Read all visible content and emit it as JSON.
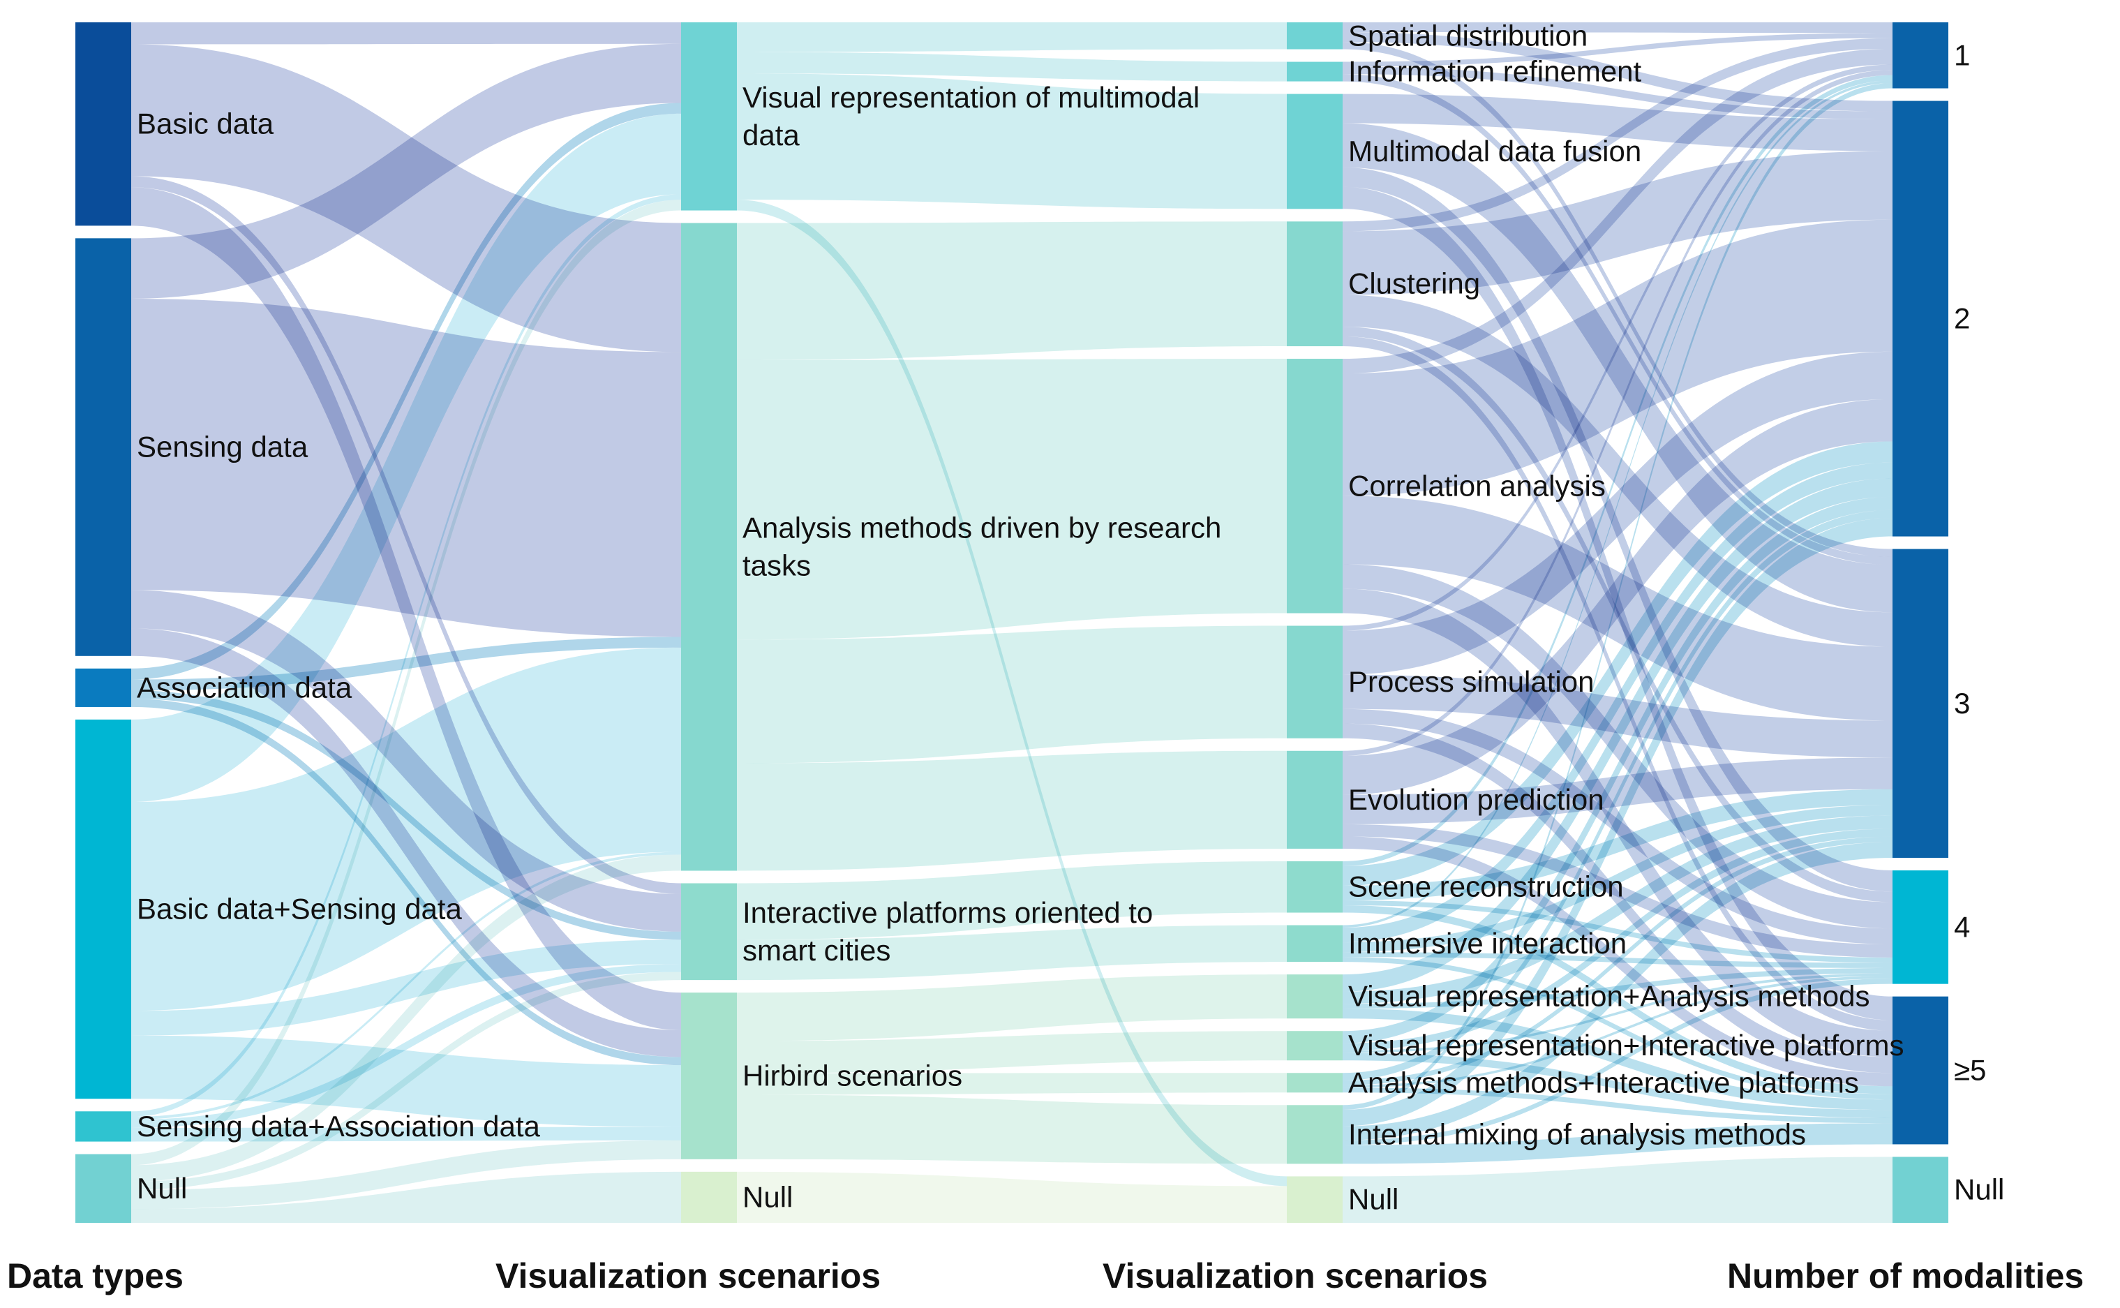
{
  "column_titles": [
    "Data types",
    "Visualization scenarios",
    "Visualization scenarios",
    "Number of modalities"
  ],
  "columns": [
    {
      "nodes": [
        {
          "id": "bd",
          "label": "Basic data",
          "value": 74,
          "color": "#0a4d9a"
        },
        {
          "id": "sd",
          "label": "Sensing data",
          "value": 152,
          "color": "#0a62a8"
        },
        {
          "id": "ad",
          "label": "Association data",
          "value": 14,
          "color": "#0a7bbf"
        },
        {
          "id": "bsd",
          "label": "Basic data+Sensing data",
          "value": 138,
          "color": "#00b6d3"
        },
        {
          "id": "sad",
          "label": "Sensing data+Association data",
          "value": 11,
          "color": "#2fc3d0"
        },
        {
          "id": "n1",
          "label": "Null",
          "value": 25,
          "color": "#72d1d2"
        }
      ]
    },
    {
      "nodes": [
        {
          "id": "vr",
          "label": "Visual representation of multimodal data",
          "value": 70,
          "color": "#6fd3d4"
        },
        {
          "id": "am",
          "label": "Analysis methods driven by research tasks",
          "value": 241,
          "color": "#86d8cf"
        },
        {
          "id": "ip",
          "label": "Interactive platforms oriented to smart cities",
          "value": 36,
          "color": "#8edbcd"
        },
        {
          "id": "hs",
          "label": "Hirbird scenarios",
          "value": 62,
          "color": "#a6e2cc"
        },
        {
          "id": "n2",
          "label": "Null",
          "value": 19,
          "color": "#d9f0cf"
        }
      ]
    },
    {
      "nodes": [
        {
          "id": "spd",
          "label": "Spatial distribution",
          "value": 11,
          "color": "#6fd3d4"
        },
        {
          "id": "ir",
          "label": "Information refinement",
          "value": 8,
          "color": "#6fd3d4"
        },
        {
          "id": "mdf",
          "label": "Multimodal data fusion",
          "value": 47,
          "color": "#6fd3d4"
        },
        {
          "id": "cl",
          "label": "Clustering",
          "value": 51,
          "color": "#86d8cf"
        },
        {
          "id": "ca",
          "label": "Correlation analysis",
          "value": 104,
          "color": "#86d8cf"
        },
        {
          "id": "ps",
          "label": "Process simulation",
          "value": 46,
          "color": "#86d8cf"
        },
        {
          "id": "ep",
          "label": "Evolution prediction",
          "value": 40,
          "color": "#86d8cf"
        },
        {
          "id": "sr",
          "label": "Scene reconstruction",
          "value": 21,
          "color": "#8edbcd"
        },
        {
          "id": "ii",
          "label": "Immersive interaction",
          "value": 15,
          "color": "#8edbcd"
        },
        {
          "id": "vram",
          "label": "Visual representation+Analysis methods",
          "value": 18,
          "color": "#a6e2cc"
        },
        {
          "id": "vrip",
          "label": "Visual representation+Interactive platforms",
          "value": 12,
          "color": "#a6e2cc"
        },
        {
          "id": "amip",
          "label": "Analysis methods+Interactive platforms",
          "value": 8,
          "color": "#a6e2cc"
        },
        {
          "id": "ima",
          "label": "Internal mixing of analysis methods",
          "value": 24,
          "color": "#a6e2cc"
        },
        {
          "id": "n3",
          "label": "Null",
          "value": 19,
          "color": "#d9f0cf"
        }
      ]
    },
    {
      "nodes": [
        {
          "id": "m1",
          "label": "1",
          "value": 25,
          "color": "#0a62a8"
        },
        {
          "id": "m2",
          "label": "2",
          "value": 165,
          "color": "#0a62a8"
        },
        {
          "id": "m3",
          "label": "3",
          "value": 117,
          "color": "#0a62a8"
        },
        {
          "id": "m4",
          "label": "4",
          "value": 43,
          "color": "#00b6d3"
        },
        {
          "id": "m5",
          "label": "≥5",
          "value": 56,
          "color": "#0a62a8"
        },
        {
          "id": "mn",
          "label": "Null",
          "value": 25,
          "color": "#72d1d2"
        }
      ]
    }
  ],
  "links": [
    {
      "source": "bd",
      "target": "vr",
      "value": 8
    },
    {
      "source": "bd",
      "target": "am",
      "value": 48
    },
    {
      "source": "bd",
      "target": "ip",
      "value": 4
    },
    {
      "source": "bd",
      "target": "hs",
      "value": 14
    },
    {
      "source": "sd",
      "target": "vr",
      "value": 22
    },
    {
      "source": "sd",
      "target": "am",
      "value": 106
    },
    {
      "source": "sd",
      "target": "ip",
      "value": 14
    },
    {
      "source": "sd",
      "target": "hs",
      "value": 10
    },
    {
      "source": "ad",
      "target": "vr",
      "value": 4
    },
    {
      "source": "ad",
      "target": "am",
      "value": 4
    },
    {
      "source": "ad",
      "target": "ip",
      "value": 3
    },
    {
      "source": "ad",
      "target": "hs",
      "value": 3
    },
    {
      "source": "bsd",
      "target": "vr",
      "value": 30
    },
    {
      "source": "bsd",
      "target": "am",
      "value": 76
    },
    {
      "source": "bsd",
      "target": "ip",
      "value": 9
    },
    {
      "source": "bsd",
      "target": "hs",
      "value": 23
    },
    {
      "source": "sad",
      "target": "vr",
      "value": 2
    },
    {
      "source": "sad",
      "target": "am",
      "value": 1
    },
    {
      "source": "sad",
      "target": "ip",
      "value": 3
    },
    {
      "source": "sad",
      "target": "hs",
      "value": 5
    },
    {
      "source": "n1",
      "target": "vr",
      "value": 4
    },
    {
      "source": "n1",
      "target": "am",
      "value": 6
    },
    {
      "source": "hs",
      "target": "n2",
      "value": 0
    },
    {
      "source": "n1",
      "target": "ip",
      "value": 3
    },
    {
      "source": "n1",
      "target": "hs",
      "value": 7
    },
    {
      "source": "n1",
      "target": "n2",
      "value": 5
    },
    {
      "source": "vr",
      "target": "spd",
      "value": 11
    },
    {
      "source": "vr",
      "target": "ir",
      "value": 8
    },
    {
      "source": "vr",
      "target": "mdf",
      "value": 47
    },
    {
      "source": "vr",
      "target": "n3",
      "value": 4
    },
    {
      "source": "am",
      "target": "cl",
      "value": 51
    },
    {
      "source": "am",
      "target": "ca",
      "value": 104
    },
    {
      "source": "am",
      "target": "ps",
      "value": 46
    },
    {
      "source": "am",
      "target": "ep",
      "value": 40
    },
    {
      "source": "ip",
      "target": "sr",
      "value": 21
    },
    {
      "source": "ip",
      "target": "ii",
      "value": 15
    },
    {
      "source": "hs",
      "target": "vram",
      "value": 18
    },
    {
      "source": "hs",
      "target": "vrip",
      "value": 12
    },
    {
      "source": "hs",
      "target": "amip",
      "value": 8
    },
    {
      "source": "hs",
      "target": "ima",
      "value": 24
    },
    {
      "source": "n2",
      "target": "n3",
      "value": 15
    },
    {
      "source": "spd",
      "target": "m1",
      "value": 4
    },
    {
      "source": "spd",
      "target": "m2",
      "value": 4
    },
    {
      "source": "spd",
      "target": "m3",
      "value": 3
    },
    {
      "source": "ir",
      "target": "m1",
      "value": 2
    },
    {
      "source": "ir",
      "target": "m2",
      "value": 3
    },
    {
      "source": "ir",
      "target": "m3",
      "value": 3
    },
    {
      "source": "mdf",
      "target": "m2",
      "value": 12
    },
    {
      "source": "mdf",
      "target": "m3",
      "value": 18
    },
    {
      "source": "mdf",
      "target": "m4",
      "value": 8
    },
    {
      "source": "mdf",
      "target": "m5",
      "value": 9
    },
    {
      "source": "cl",
      "target": "m1",
      "value": 4
    },
    {
      "source": "cl",
      "target": "m2",
      "value": 26
    },
    {
      "source": "cl",
      "target": "m3",
      "value": 13
    },
    {
      "source": "cl",
      "target": "m4",
      "value": 4
    },
    {
      "source": "cl",
      "target": "m5",
      "value": 4
    },
    {
      "source": "ca",
      "target": "m1",
      "value": 6
    },
    {
      "source": "ca",
      "target": "m2",
      "value": 50
    },
    {
      "source": "ca",
      "target": "m3",
      "value": 28
    },
    {
      "source": "ca",
      "target": "m4",
      "value": 10
    },
    {
      "source": "ca",
      "target": "m5",
      "value": 10
    },
    {
      "source": "ps",
      "target": "m1",
      "value": 2
    },
    {
      "source": "ps",
      "target": "m2",
      "value": 18
    },
    {
      "source": "ps",
      "target": "m3",
      "value": 14
    },
    {
      "source": "ps",
      "target": "m4",
      "value": 6
    },
    {
      "source": "ps",
      "target": "m5",
      "value": 6
    },
    {
      "source": "ep",
      "target": "m1",
      "value": 2
    },
    {
      "source": "ep",
      "target": "m2",
      "value": 16
    },
    {
      "source": "ep",
      "target": "m3",
      "value": 12
    },
    {
      "source": "ep",
      "target": "m4",
      "value": 5
    },
    {
      "source": "ep",
      "target": "m5",
      "value": 5
    },
    {
      "source": "sr",
      "target": "m1",
      "value": 2
    },
    {
      "source": "sr",
      "target": "m2",
      "value": 8
    },
    {
      "source": "sr",
      "target": "m3",
      "value": 6
    },
    {
      "source": "sr",
      "target": "m4",
      "value": 2
    },
    {
      "source": "sr",
      "target": "m5",
      "value": 3
    },
    {
      "source": "ii",
      "target": "m1",
      "value": 1
    },
    {
      "source": "ii",
      "target": "m2",
      "value": 6
    },
    {
      "source": "ii",
      "target": "m3",
      "value": 4
    },
    {
      "source": "ii",
      "target": "m4",
      "value": 2
    },
    {
      "source": "ii",
      "target": "m5",
      "value": 2
    },
    {
      "source": "vram",
      "target": "m2",
      "value": 7
    },
    {
      "source": "vram",
      "target": "m3",
      "value": 5
    },
    {
      "source": "vram",
      "target": "m4",
      "value": 2
    },
    {
      "source": "vram",
      "target": "m5",
      "value": 4
    },
    {
      "source": "vrip",
      "target": "m2",
      "value": 5
    },
    {
      "source": "vrip",
      "target": "m3",
      "value": 3
    },
    {
      "source": "vrip",
      "target": "m4",
      "value": 1
    },
    {
      "source": "vrip",
      "target": "m5",
      "value": 3
    },
    {
      "source": "amip",
      "target": "m2",
      "value": 3
    },
    {
      "source": "amip",
      "target": "m3",
      "value": 2
    },
    {
      "source": "amip",
      "target": "m4",
      "value": 1
    },
    {
      "source": "amip",
      "target": "m5",
      "value": 2
    },
    {
      "source": "ima",
      "target": "m1",
      "value": 2
    },
    {
      "source": "ima",
      "target": "m2",
      "value": 7
    },
    {
      "source": "ima",
      "target": "m3",
      "value": 6
    },
    {
      "source": "ima",
      "target": "m4",
      "value": 2
    },
    {
      "source": "ima",
      "target": "m5",
      "value": 8
    },
    {
      "source": "n3",
      "target": "mn",
      "value": 19
    }
  ],
  "link_colors": {
    "bd": "#8e9fcf",
    "sd": "#8e9fcf",
    "ad": "#6fb5d8",
    "bsd": "#9fdcec",
    "sad": "#9fdcec",
    "n1": "#bfe6e6",
    "vr": "#a8e0e6",
    "am": "#b5e6e0",
    "ip": "#b5e6e0",
    "hs": "#c2eadb",
    "n2": "#e3f3dc",
    "spd": "#8fa6d4",
    "ir": "#8fa6d4",
    "mdf": "#8fa6d4",
    "cl": "#8fa6d4",
    "ca": "#8fa6d4",
    "ps": "#8fa6d4",
    "ep": "#8fa6d4",
    "sr": "#7fc7e0",
    "ii": "#7fc7e0",
    "vram": "#7fc7e0",
    "vrip": "#7fc7e0",
    "amip": "#7fc7e0",
    "ima": "#7fc7e0",
    "n3": "#bfe6e6"
  }
}
